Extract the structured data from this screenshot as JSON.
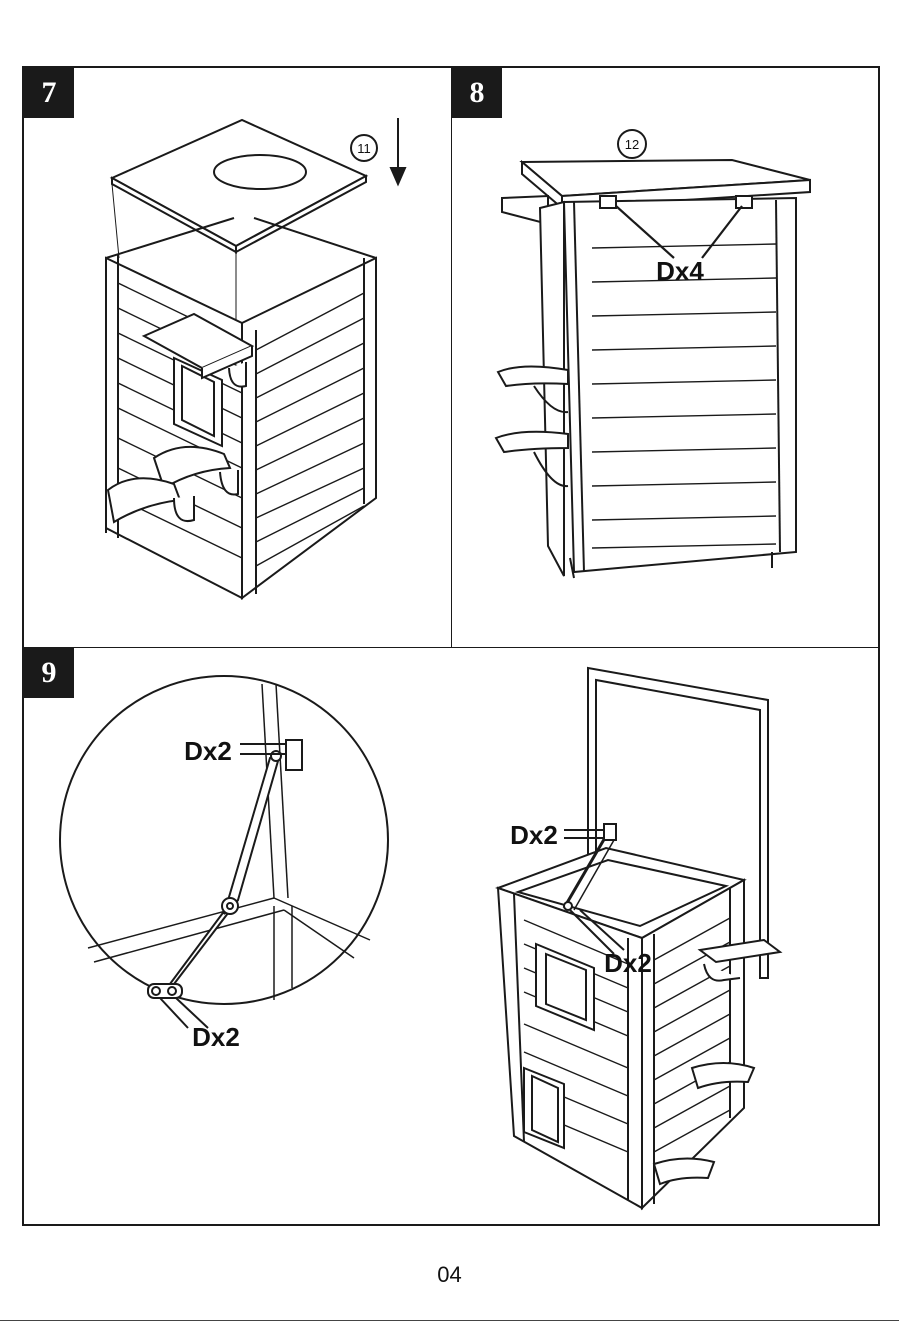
{
  "steps": [
    {
      "number": "7",
      "part_label": "11"
    },
    {
      "number": "8",
      "part_label": "12",
      "callout": "Dx4"
    },
    {
      "number": "9",
      "callouts": [
        "Dx2",
        "Dx2",
        "Dx2",
        "Dx2"
      ]
    }
  ],
  "page_number": "04",
  "colors": {
    "line": "#1a1a1a",
    "badge_bg": "#1a1a1a",
    "badge_text": "#ffffff"
  },
  "icons": [
    "arrow-down-icon",
    "hinge-stay-icon",
    "bracket-icon"
  ]
}
